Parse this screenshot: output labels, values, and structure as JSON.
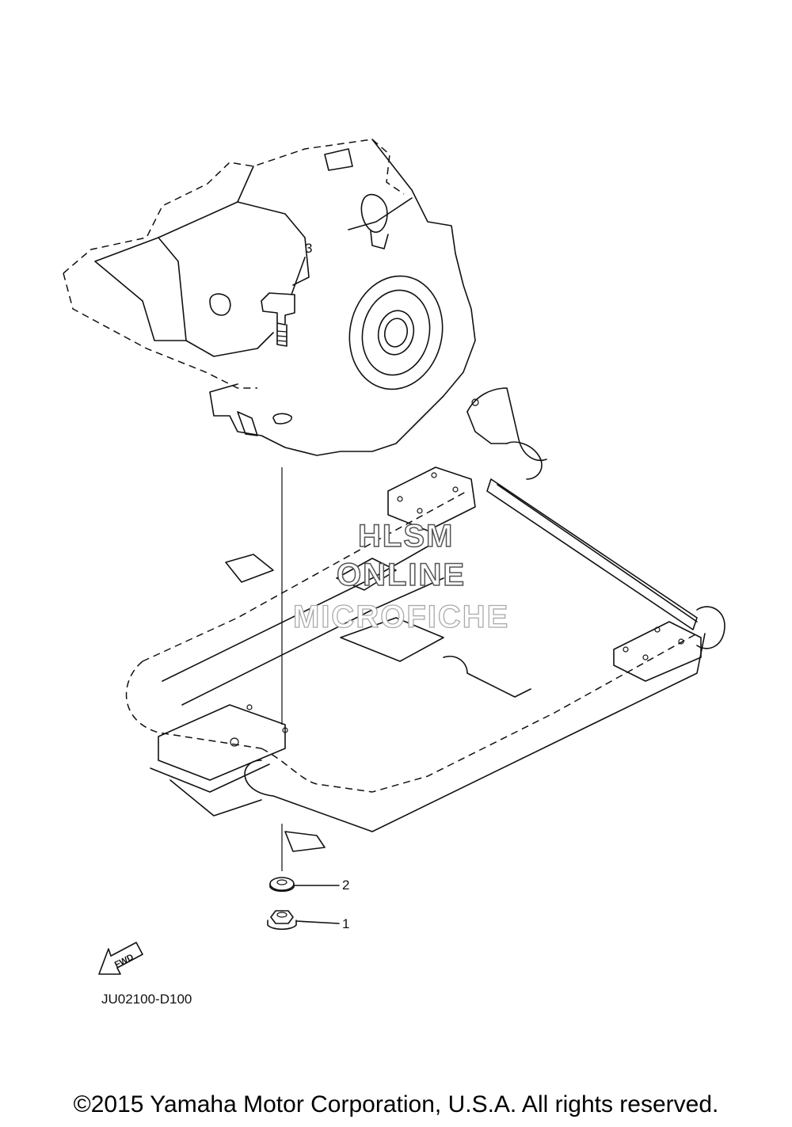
{
  "callouts": {
    "c1": "1",
    "c2": "2",
    "c3": "3"
  },
  "fwd_label": "FWD",
  "diagram_code": "JU02100-D100",
  "watermark": {
    "line1": "HLSM",
    "line2": "ONLINE",
    "line3": "MICROFICHE"
  },
  "copyright": "©2015 Yamaha Motor Corporation, U.S.A. All rights reserved."
}
